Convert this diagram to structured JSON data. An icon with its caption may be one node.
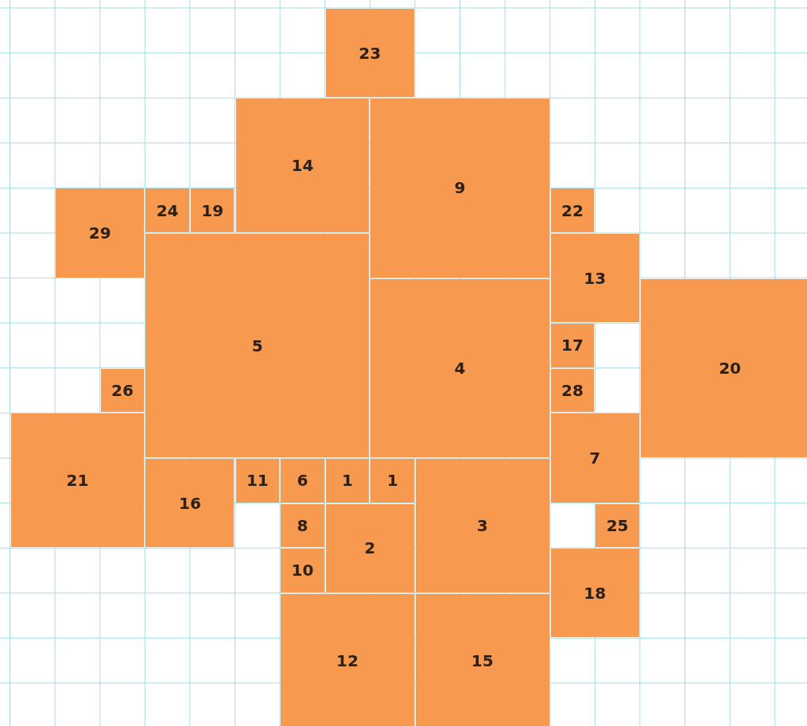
{
  "diagram": {
    "nodes": [
      {
        "text": [
          "23"
        ]
      },
      {
        "text": [
          "14"
        ]
      },
      {
        "text": [
          "9"
        ]
      },
      {
        "text": [
          "29"
        ]
      },
      {
        "text": [
          "24"
        ]
      },
      {
        "text": [
          "19"
        ]
      },
      {
        "text": [
          "22"
        ]
      },
      {
        "text": [
          "5"
        ]
      },
      {
        "text": [
          "13"
        ]
      },
      {
        "text": [
          "4"
        ]
      },
      {
        "text": [
          "20"
        ]
      },
      {
        "text": [
          "17"
        ]
      },
      {
        "text": [
          "26"
        ]
      },
      {
        "text": [
          "28"
        ]
      },
      {
        "text": [
          "21"
        ]
      },
      {
        "text": [
          "7"
        ]
      },
      {
        "text": [
          "16"
        ]
      },
      {
        "text": [
          "11"
        ]
      },
      {
        "text": [
          "6"
        ]
      },
      {
        "text": [
          "1"
        ]
      },
      {
        "text": [
          "1"
        ]
      },
      {
        "text": [
          "3"
        ]
      },
      {
        "text": [
          "8"
        ]
      },
      {
        "text": [
          "2"
        ]
      },
      {
        "text": [
          "25"
        ]
      },
      {
        "text": [
          "10"
        ]
      },
      {
        "text": [
          "18"
        ]
      },
      {
        "text": [
          "12"
        ]
      },
      {
        "text": [
          "15"
        ]
      }
    ]
  }
}
